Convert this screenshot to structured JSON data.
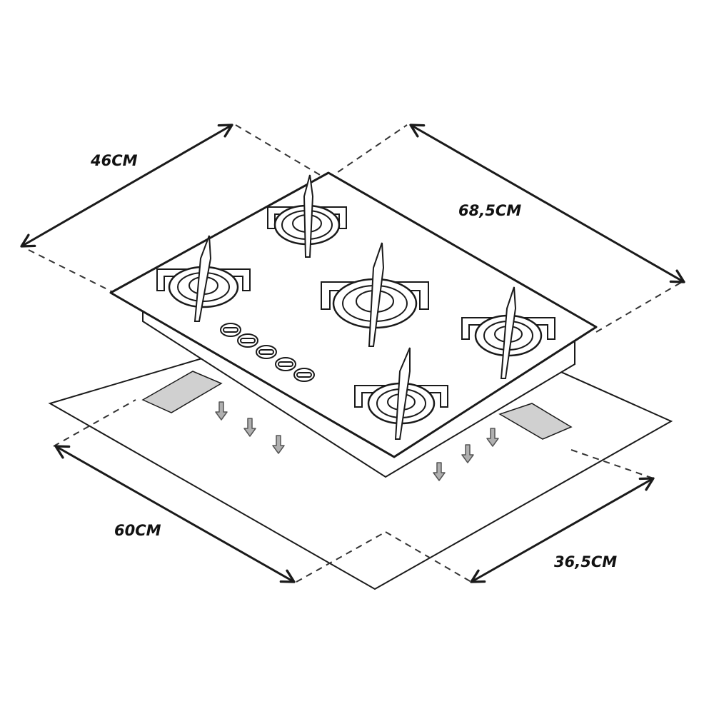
{
  "diagram": {
    "dimensions": {
      "hob_depth": "46CM",
      "hob_width": "68,5CM",
      "cutout_width": "60CM",
      "cutout_depth": "36,5CM"
    },
    "burner_count": 5,
    "control_knob_count": 5,
    "colors": {
      "line": "#1a1a1a",
      "dashed": "#333333",
      "vent_fill": "#d0d0d0",
      "airflow_arrow": "#888888",
      "background": "#ffffff"
    }
  }
}
